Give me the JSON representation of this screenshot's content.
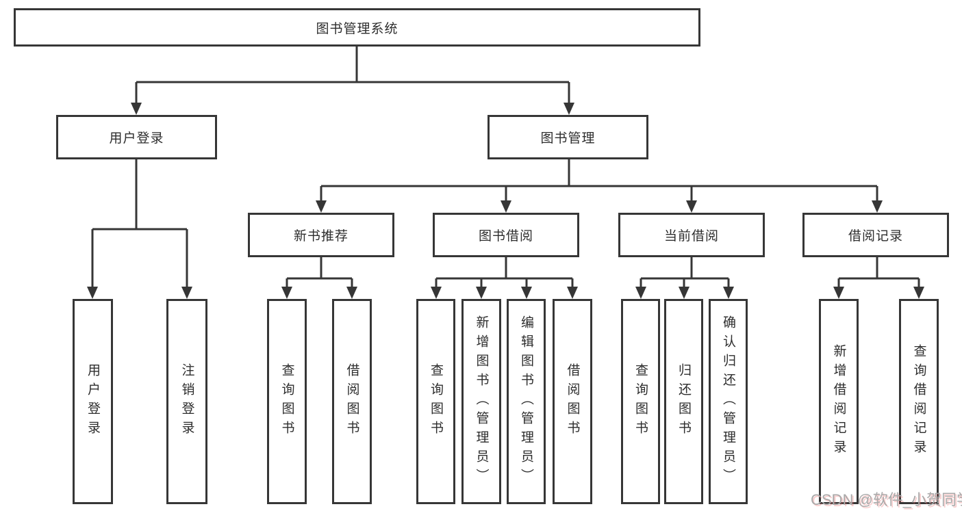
{
  "diagram": {
    "root": "图书管理系统",
    "level1": {
      "user_login": "用户登录",
      "book_mgmt": "图书管理"
    },
    "level2": {
      "new_books": "新书推荐",
      "borrowing": "图书借阅",
      "current": "当前借阅",
      "records": "借阅记录"
    },
    "leaves": {
      "user_login": [
        "用户登录",
        "注销登录"
      ],
      "new_books": [
        "查询图书",
        "借阅图书"
      ],
      "borrowing": [
        "查询图书",
        "新增图书（管理员）",
        "编辑图书（管理员）",
        "借阅图书"
      ],
      "current": [
        "查询图书",
        "归还图书",
        "确认归还（管理员）"
      ],
      "records": [
        "新增借阅记录",
        "查询借阅记录"
      ]
    }
  },
  "watermark": "CSDN @软件_小贺同学",
  "colors": {
    "line": "#363636",
    "text": "#2d2d2d",
    "background": "#ffffff",
    "watermark_gray": "#a9a9a9",
    "watermark_shadow": "#eb6e6e"
  }
}
